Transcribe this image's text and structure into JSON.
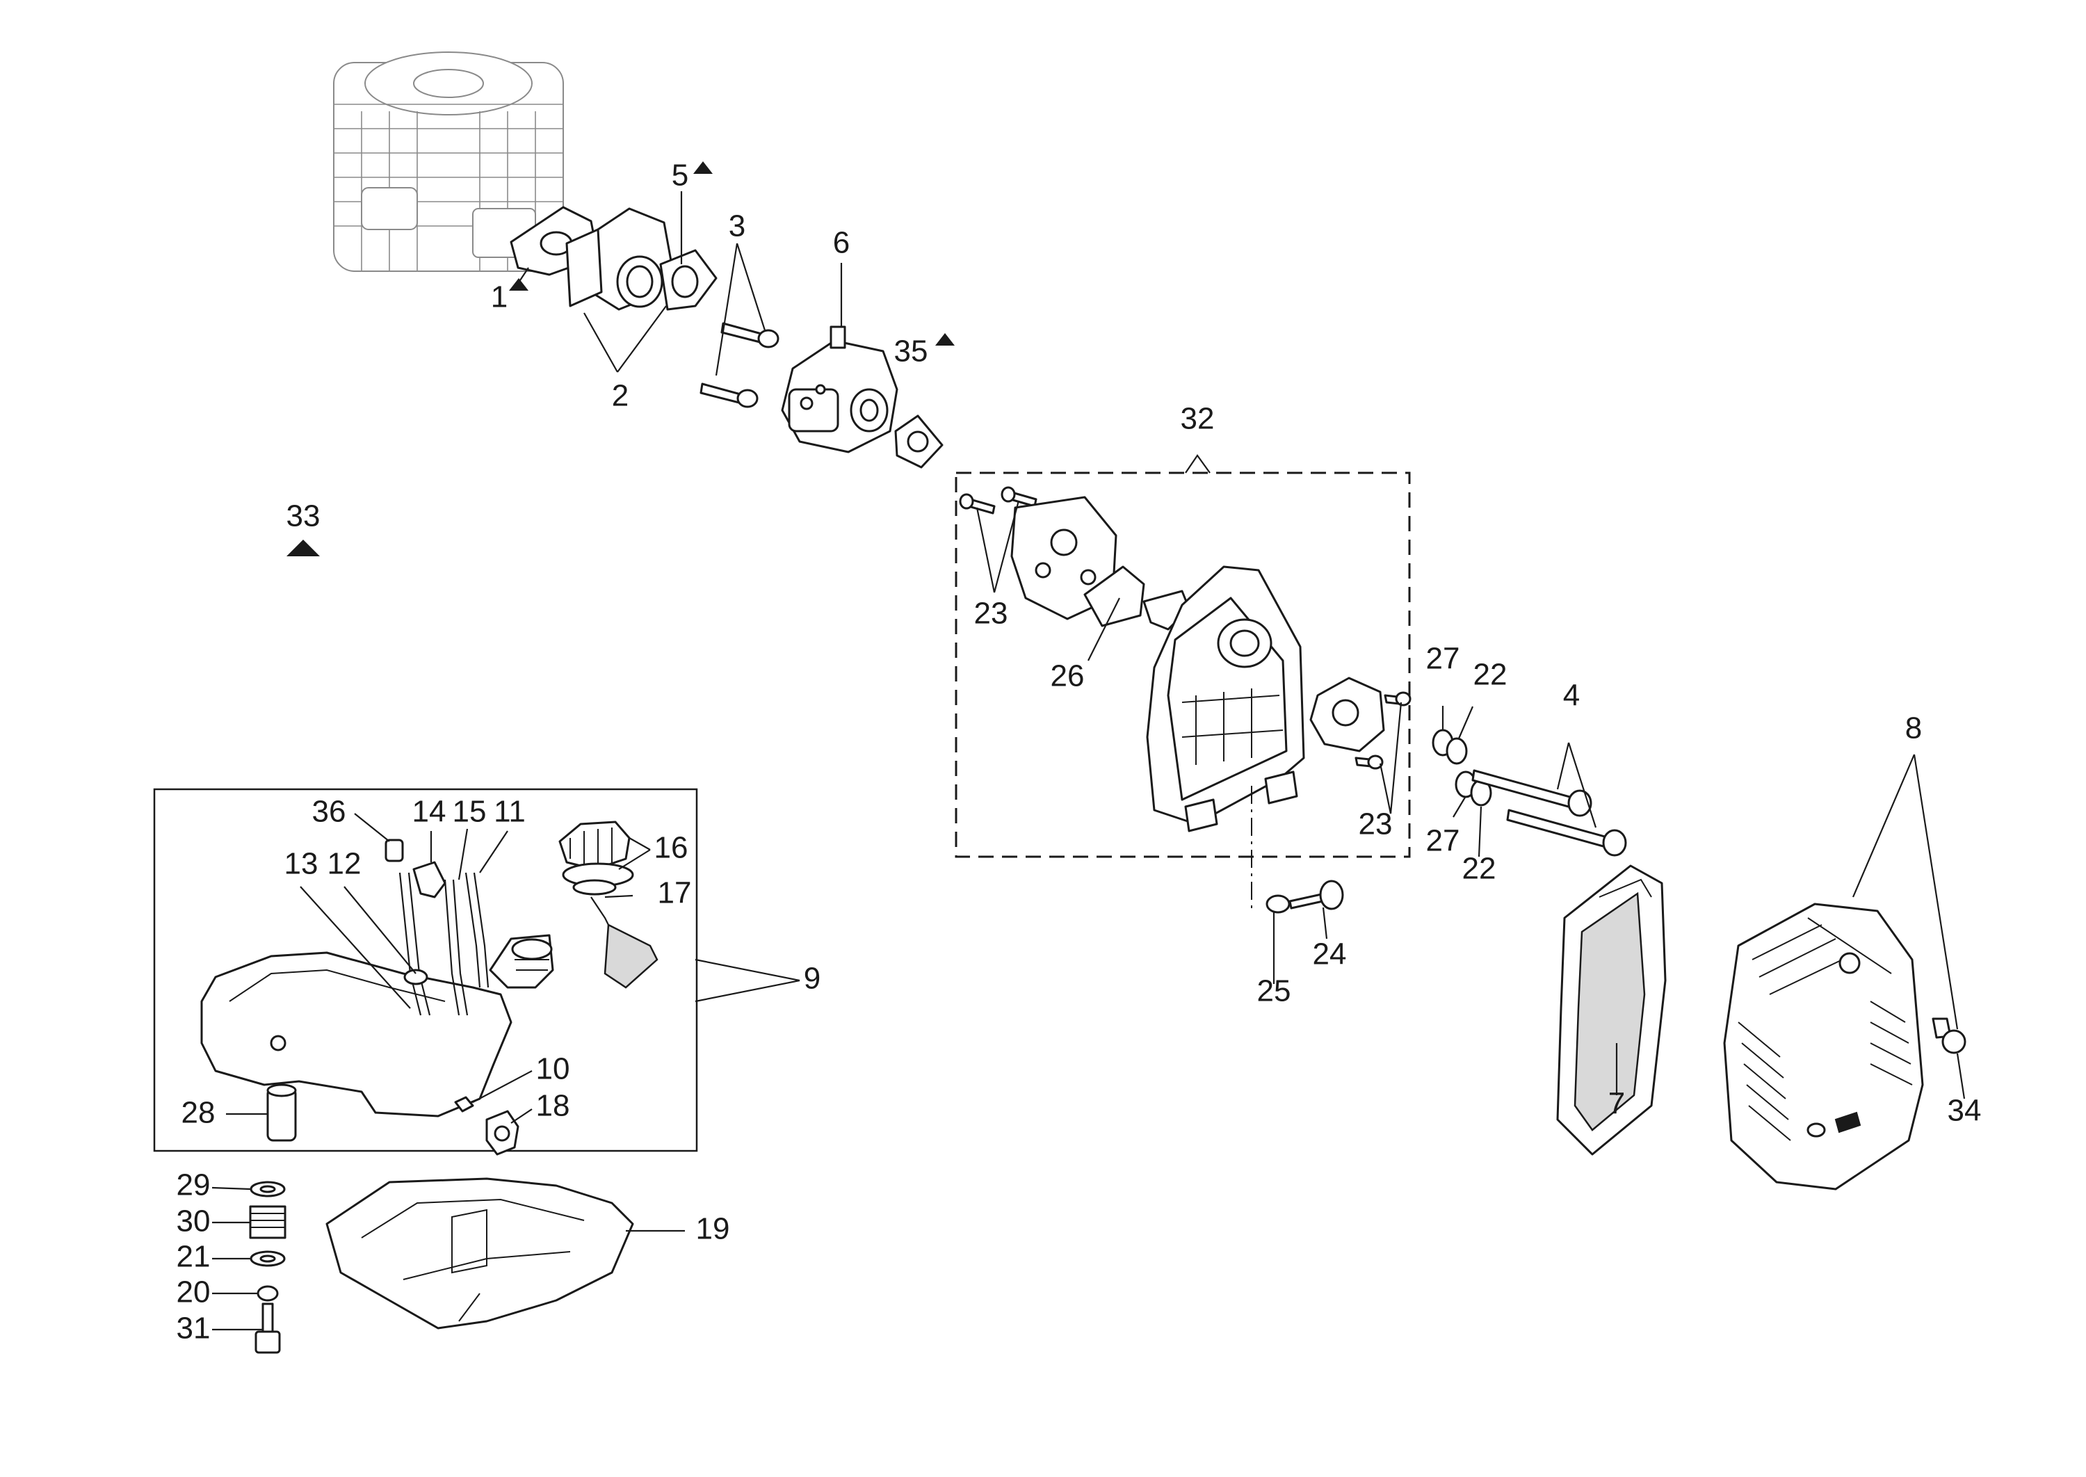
{
  "callouts": {
    "c1": "1",
    "c2": "2",
    "c3": "3",
    "c4": "4",
    "c5": "5",
    "c6": "6",
    "c7": "7",
    "c8": "8",
    "c9": "9",
    "c10": "10",
    "c11": "11",
    "c12": "12",
    "c13": "13",
    "c14": "14",
    "c15": "15",
    "c16": "16",
    "c17": "17",
    "c18": "18",
    "c19": "19",
    "c20": "20",
    "c21": "21",
    "c22a": "22",
    "c22b": "22",
    "c23a": "23",
    "c23b": "23",
    "c24": "24",
    "c25": "25",
    "c26": "26",
    "c27a": "27",
    "c27b": "27",
    "c28": "28",
    "c29": "29",
    "c30": "30",
    "c31": "31",
    "c32": "32",
    "c33": "33",
    "c34": "34",
    "c35": "35",
    "c36": "36"
  },
  "colors": {
    "line": "#1a1a1a",
    "ghost": "#8a8a8a",
    "background": "#ffffff"
  }
}
